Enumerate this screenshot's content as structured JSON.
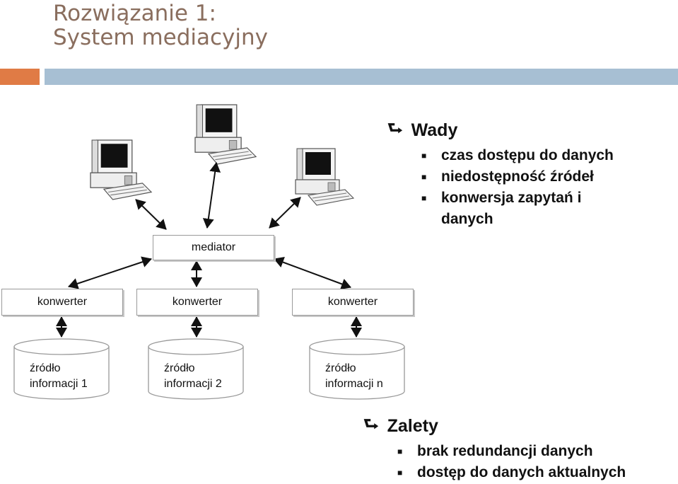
{
  "title": {
    "line1": "Rozwiązanie 1:",
    "line2": "System mediacyjny"
  },
  "colors": {
    "title": "#8a6e5e",
    "accent_bar": "#e07b45",
    "header_bar": "#a7bfd3"
  },
  "diagram": {
    "mediator": "mediator",
    "converters": [
      "konwerter",
      "konwerter",
      "konwerter"
    ],
    "sources": [
      {
        "line1": "źródło",
        "line2": "informacji 1"
      },
      {
        "line1": "źródło",
        "line2": "informacji 2"
      },
      {
        "line1": "źródło",
        "line2": "informacji n"
      }
    ],
    "client_icon": "computer-icon"
  },
  "wady": {
    "heading": "Wady",
    "items": [
      "czas dostępu do danych",
      "niedostępność źródeł",
      "konwersja zapytań i danych"
    ]
  },
  "zalety": {
    "heading": "Zalety",
    "items": [
      "brak redundancji danych",
      "dostęp do danych aktualnych"
    ]
  }
}
